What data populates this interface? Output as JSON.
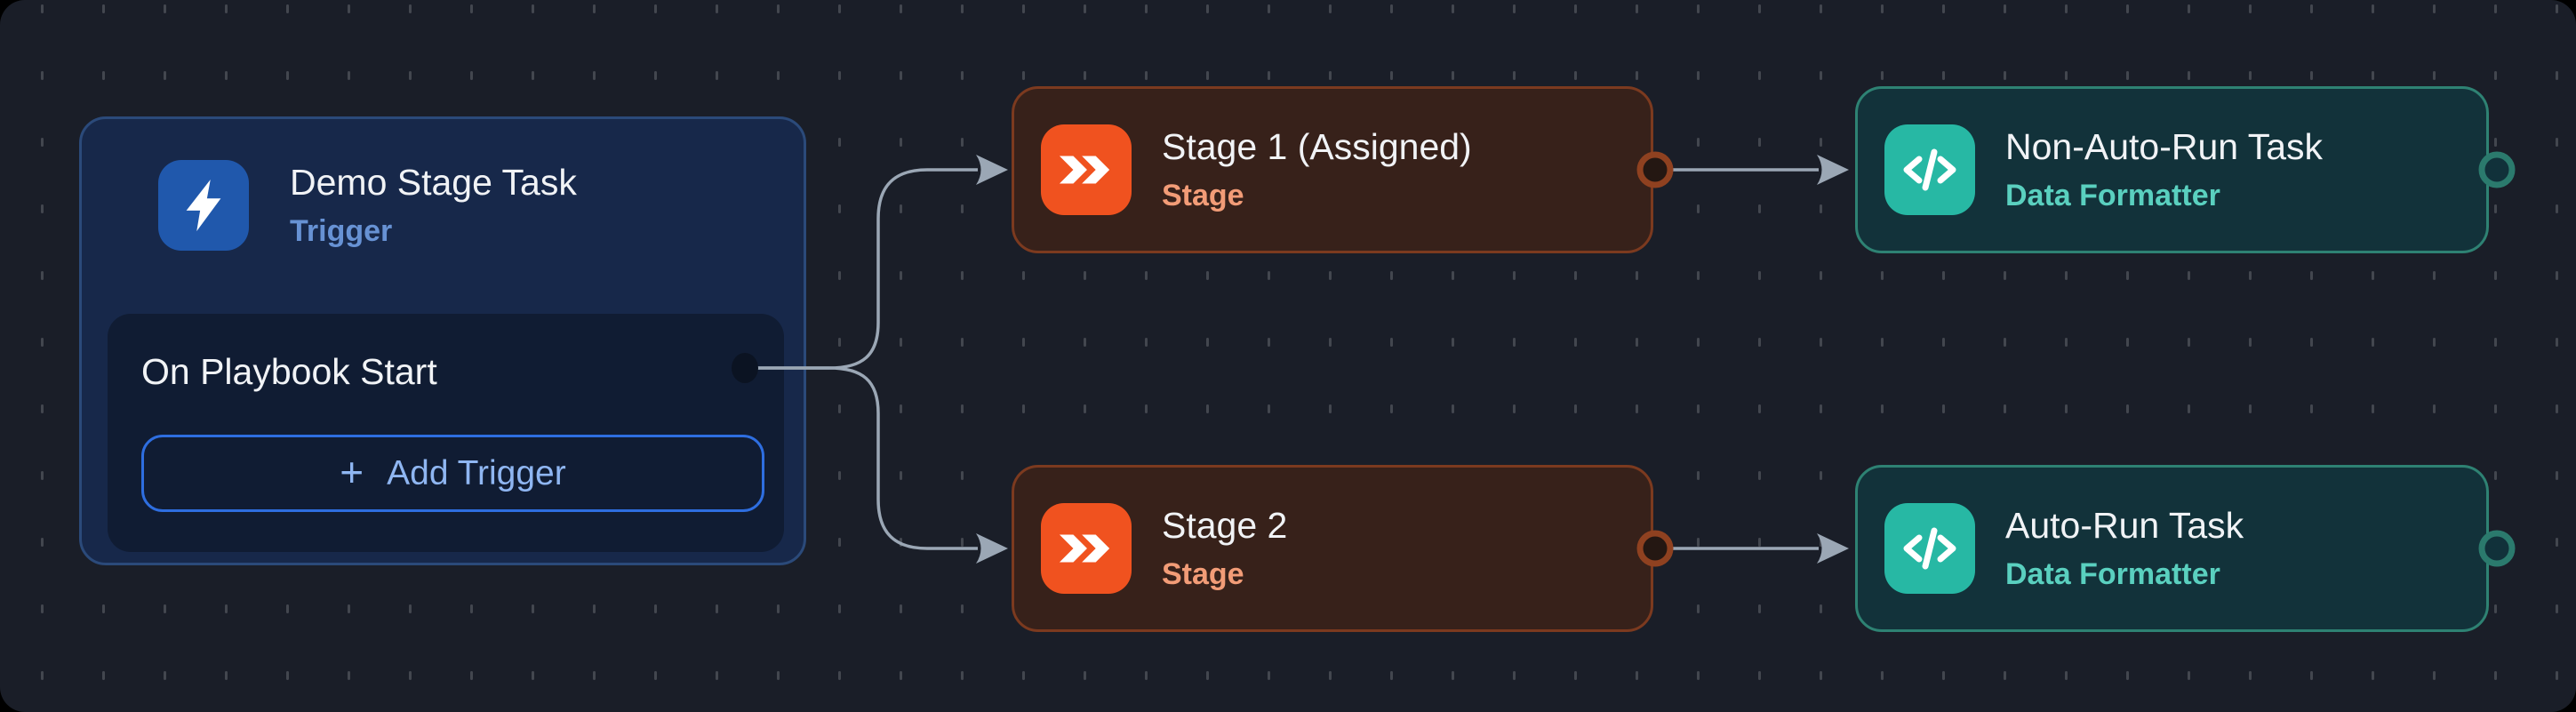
{
  "nodes": {
    "trigger": {
      "title": "Demo Stage Task",
      "type_label": "Trigger",
      "row_label": "On Playbook Start",
      "add_plus": "+",
      "add_label": "Add Trigger"
    },
    "stage1": {
      "title": "Stage 1 (Assigned)",
      "type_label": "Stage"
    },
    "stage2": {
      "title": "Stage 2",
      "type_label": "Stage"
    },
    "task1": {
      "title": "Non-Auto-Run Task",
      "type_label": "Data Formatter"
    },
    "task2": {
      "title": "Auto-Run Task",
      "type_label": "Data Formatter"
    }
  },
  "theme": {
    "canvas_bg": "#1a1e28",
    "grid_dot": "#43474f",
    "edge": "#9ba7b5",
    "title_text": "#f1f3f6",
    "trigger_fill": "#17284a",
    "trigger_border": "#2b4a7a",
    "trigger_icon": "#2058ac",
    "trigger_label": "#6792d4",
    "panel_fill": "#101c33",
    "port_dark": "#0b1322",
    "button_border": "#2e6ee0",
    "button_text": "#8fb6f2",
    "stage_fill": "#37211a",
    "stage_border": "#7c3a1f",
    "stage_icon": "#f0521f",
    "stage_label": "#f29c77",
    "stage_port_ring": "#8f4120",
    "stage_port_fill": "#241712",
    "task_fill": "#12323a",
    "task_border": "#2e8273",
    "task_icon": "#27b8a4",
    "task_label": "#5ad0bf",
    "task_port_ring": "#2b7a6d",
    "task_port_fill": "#11313a"
  }
}
